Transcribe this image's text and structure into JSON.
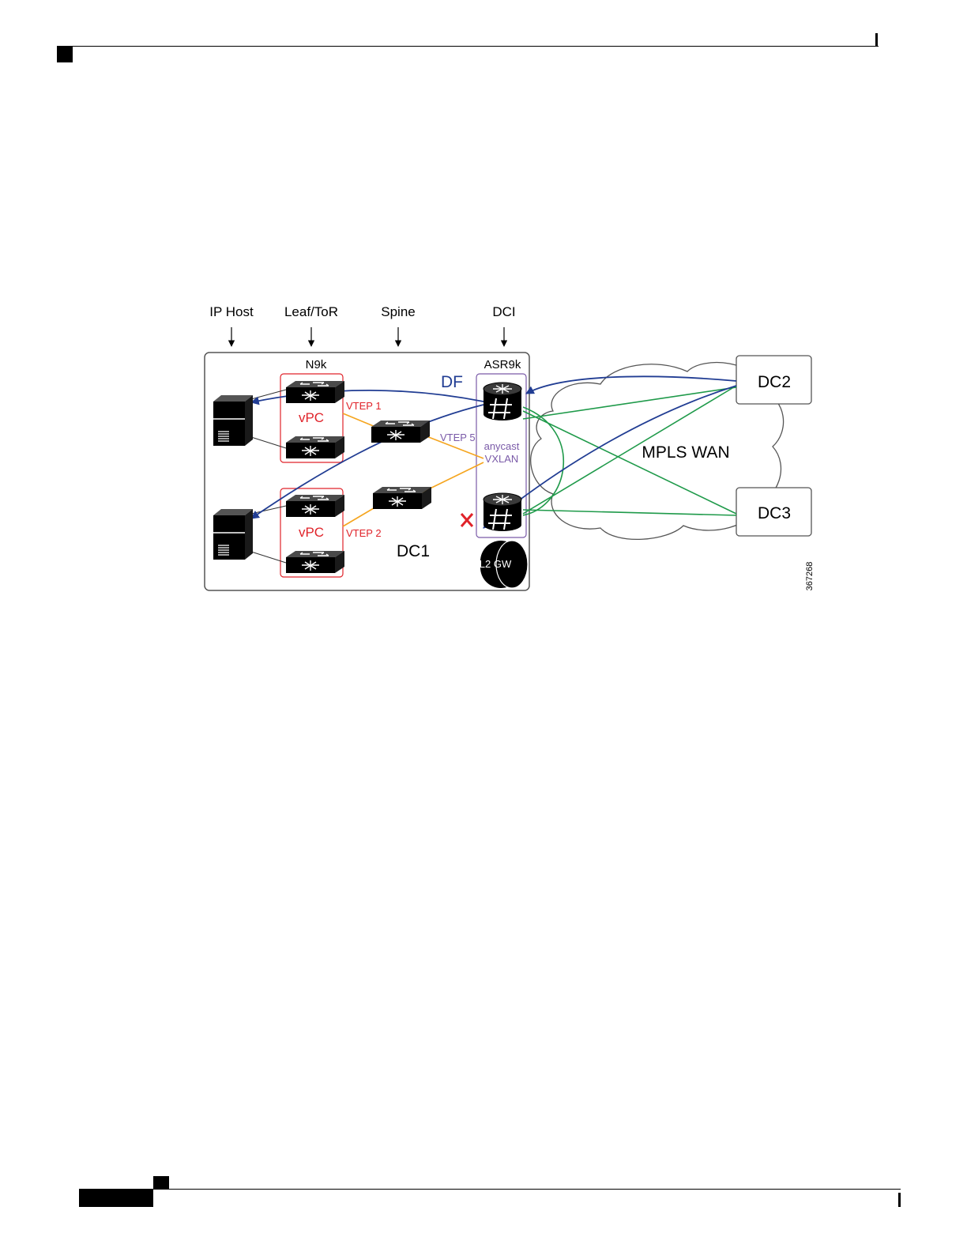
{
  "column_headers": [
    "IP Host",
    "Leaf/ToR",
    "Spine",
    "DCI"
  ],
  "labels": {
    "n9k": "N9k",
    "asr9k": "ASR9k",
    "df": "DF",
    "vpc_top": "vPC",
    "vpc_bottom": "vPC",
    "vtep1": "VTEP 1",
    "vtep2": "VTEP 2",
    "vtep5": "VTEP 5",
    "anycast_line1": "anycast",
    "anycast_line2": "VXLAN",
    "dc1": "DC1",
    "mpls_wan": "MPLS WAN",
    "dc2": "DC2",
    "dc3": "DC3",
    "l2gw": "L2 GW",
    "figure_id": "367268"
  },
  "colors": {
    "red": "#e0232a",
    "blue": "#213d93",
    "orange": "#f5a51f",
    "green": "#1f9a4a",
    "purple": "#7a5aa8",
    "black": "#000000"
  }
}
